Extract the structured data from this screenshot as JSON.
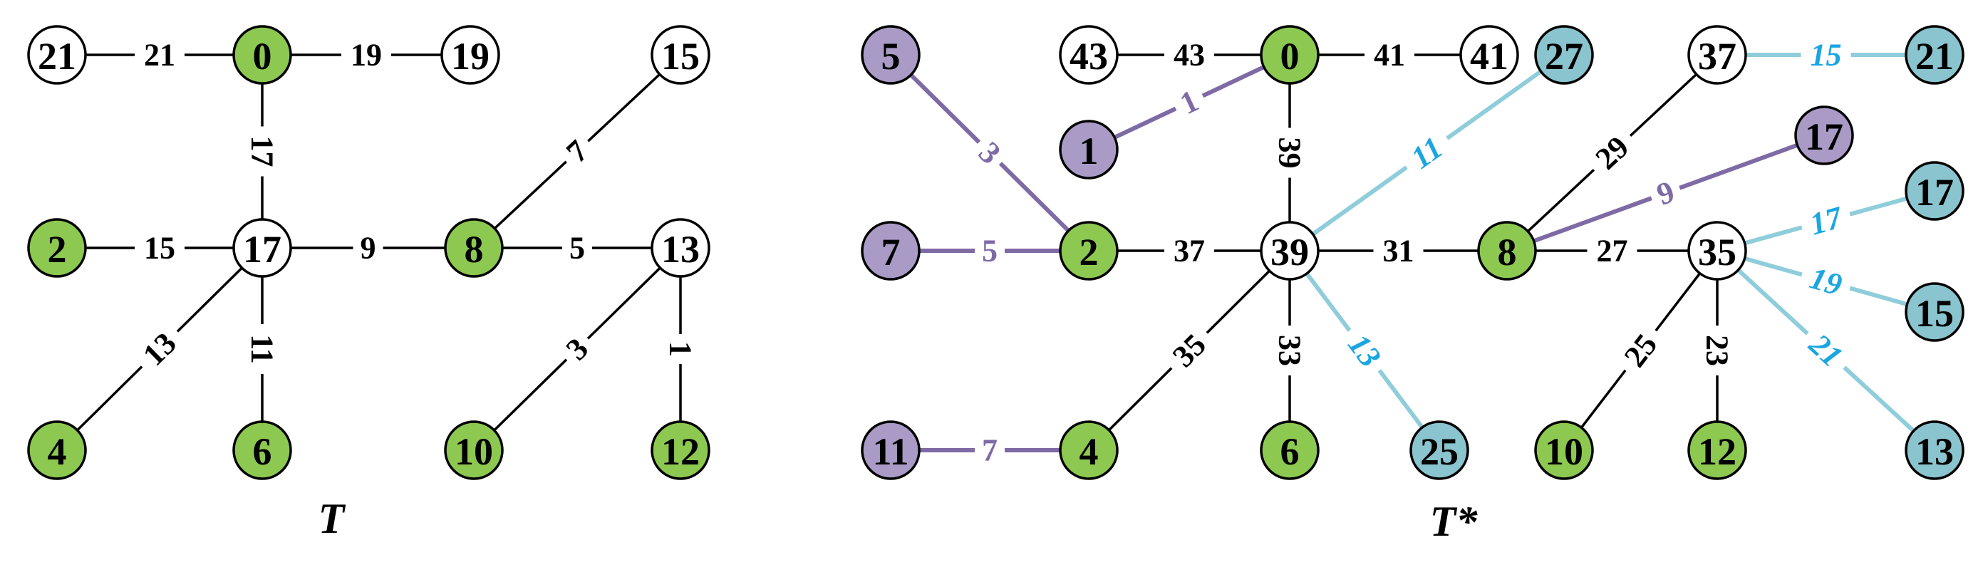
{
  "colors": {
    "green": "#8dc851",
    "purple": "#a99bc6",
    "blue": "#8ac4cf",
    "white": "#ffffff",
    "purple_edge": "#7e6aa5",
    "blue_edge": "#8fcddb",
    "blue_label": "#1aa6e0",
    "black": "#000000"
  },
  "diagrams": [
    {
      "caption": "T",
      "nodes": [
        {
          "id": "a0",
          "label": "0",
          "fill": "green"
        },
        {
          "id": "a21",
          "label": "21",
          "fill": "white"
        },
        {
          "id": "a19",
          "label": "19",
          "fill": "white"
        },
        {
          "id": "a15",
          "label": "15",
          "fill": "white"
        },
        {
          "id": "a2",
          "label": "2",
          "fill": "green"
        },
        {
          "id": "a17",
          "label": "17",
          "fill": "white"
        },
        {
          "id": "a8",
          "label": "8",
          "fill": "green"
        },
        {
          "id": "a13",
          "label": "13",
          "fill": "white"
        },
        {
          "id": "a4",
          "label": "4",
          "fill": "green"
        },
        {
          "id": "a6",
          "label": "6",
          "fill": "green"
        },
        {
          "id": "a10",
          "label": "10",
          "fill": "green"
        },
        {
          "id": "a12",
          "label": "12",
          "fill": "green"
        }
      ],
      "edges": [
        {
          "from": "a21",
          "to": "a0",
          "label": "21",
          "color": "black"
        },
        {
          "from": "a0",
          "to": "a19",
          "label": "19",
          "color": "black"
        },
        {
          "from": "a0",
          "to": "a17",
          "label": "17",
          "color": "black"
        },
        {
          "from": "a2",
          "to": "a17",
          "label": "15",
          "color": "black"
        },
        {
          "from": "a17",
          "to": "a8",
          "label": "9",
          "color": "black"
        },
        {
          "from": "a8",
          "to": "a15",
          "label": "7",
          "color": "black"
        },
        {
          "from": "a8",
          "to": "a13",
          "label": "5",
          "color": "black"
        },
        {
          "from": "a17",
          "to": "a4",
          "label": "13",
          "color": "black"
        },
        {
          "from": "a17",
          "to": "a6",
          "label": "11",
          "color": "black"
        },
        {
          "from": "a13",
          "to": "a10",
          "label": "3",
          "color": "black"
        },
        {
          "from": "a13",
          "to": "a12",
          "label": "1",
          "color": "black"
        }
      ]
    },
    {
      "caption": "T*",
      "nodes": [
        {
          "id": "b5",
          "label": "5",
          "fill": "purple"
        },
        {
          "id": "b43",
          "label": "43",
          "fill": "white"
        },
        {
          "id": "b0",
          "label": "0",
          "fill": "green"
        },
        {
          "id": "b41",
          "label": "41",
          "fill": "white"
        },
        {
          "id": "b27",
          "label": "27",
          "fill": "blue"
        },
        {
          "id": "b37",
          "label": "37",
          "fill": "white"
        },
        {
          "id": "b21",
          "label": "21",
          "fill": "blue"
        },
        {
          "id": "b1",
          "label": "1",
          "fill": "purple"
        },
        {
          "id": "b17p",
          "label": "17",
          "fill": "purple"
        },
        {
          "id": "b17b",
          "label": "17",
          "fill": "blue"
        },
        {
          "id": "b7",
          "label": "7",
          "fill": "purple"
        },
        {
          "id": "b2",
          "label": "2",
          "fill": "green"
        },
        {
          "id": "b39",
          "label": "39",
          "fill": "white"
        },
        {
          "id": "b8",
          "label": "8",
          "fill": "green"
        },
        {
          "id": "b35",
          "label": "35",
          "fill": "white"
        },
        {
          "id": "b15",
          "label": "15",
          "fill": "blue"
        },
        {
          "id": "b11",
          "label": "11",
          "fill": "purple"
        },
        {
          "id": "b4",
          "label": "4",
          "fill": "green"
        },
        {
          "id": "b6",
          "label": "6",
          "fill": "green"
        },
        {
          "id": "b25",
          "label": "25",
          "fill": "blue"
        },
        {
          "id": "b10",
          "label": "10",
          "fill": "green"
        },
        {
          "id": "b12",
          "label": "12",
          "fill": "green"
        },
        {
          "id": "b13",
          "label": "13",
          "fill": "blue"
        }
      ],
      "edges": [
        {
          "from": "b43",
          "to": "b0",
          "label": "43",
          "color": "black"
        },
        {
          "from": "b0",
          "to": "b41",
          "label": "41",
          "color": "black"
        },
        {
          "from": "b1",
          "to": "b0",
          "label": "1",
          "color": "purple"
        },
        {
          "from": "b0",
          "to": "b39",
          "label": "39",
          "color": "black"
        },
        {
          "from": "b5",
          "to": "b2",
          "label": "3",
          "color": "purple"
        },
        {
          "from": "b7",
          "to": "b2",
          "label": "5",
          "color": "purple"
        },
        {
          "from": "b2",
          "to": "b39",
          "label": "37",
          "color": "black"
        },
        {
          "from": "b39",
          "to": "b27",
          "label": "11",
          "color": "blue"
        },
        {
          "from": "b39",
          "to": "b8",
          "label": "31",
          "color": "black"
        },
        {
          "from": "b8",
          "to": "b37",
          "label": "29",
          "color": "black"
        },
        {
          "from": "b37",
          "to": "b21",
          "label": "15",
          "color": "blue"
        },
        {
          "from": "b8",
          "to": "b17p",
          "label": "9",
          "color": "purple"
        },
        {
          "from": "b8",
          "to": "b35",
          "label": "27",
          "color": "black"
        },
        {
          "from": "b35",
          "to": "b17b",
          "label": "17",
          "color": "blue"
        },
        {
          "from": "b35",
          "to": "b15",
          "label": "19",
          "color": "blue"
        },
        {
          "from": "b35",
          "to": "b13",
          "label": "21",
          "color": "blue"
        },
        {
          "from": "b35",
          "to": "b10",
          "label": "25",
          "color": "black"
        },
        {
          "from": "b35",
          "to": "b12",
          "label": "23",
          "color": "black"
        },
        {
          "from": "b39",
          "to": "b4",
          "label": "35",
          "color": "black"
        },
        {
          "from": "b39",
          "to": "b6",
          "label": "33",
          "color": "black"
        },
        {
          "from": "b39",
          "to": "b25",
          "label": "13",
          "color": "blue"
        },
        {
          "from": "b11",
          "to": "b4",
          "label": "7",
          "color": "purple"
        }
      ]
    }
  ]
}
